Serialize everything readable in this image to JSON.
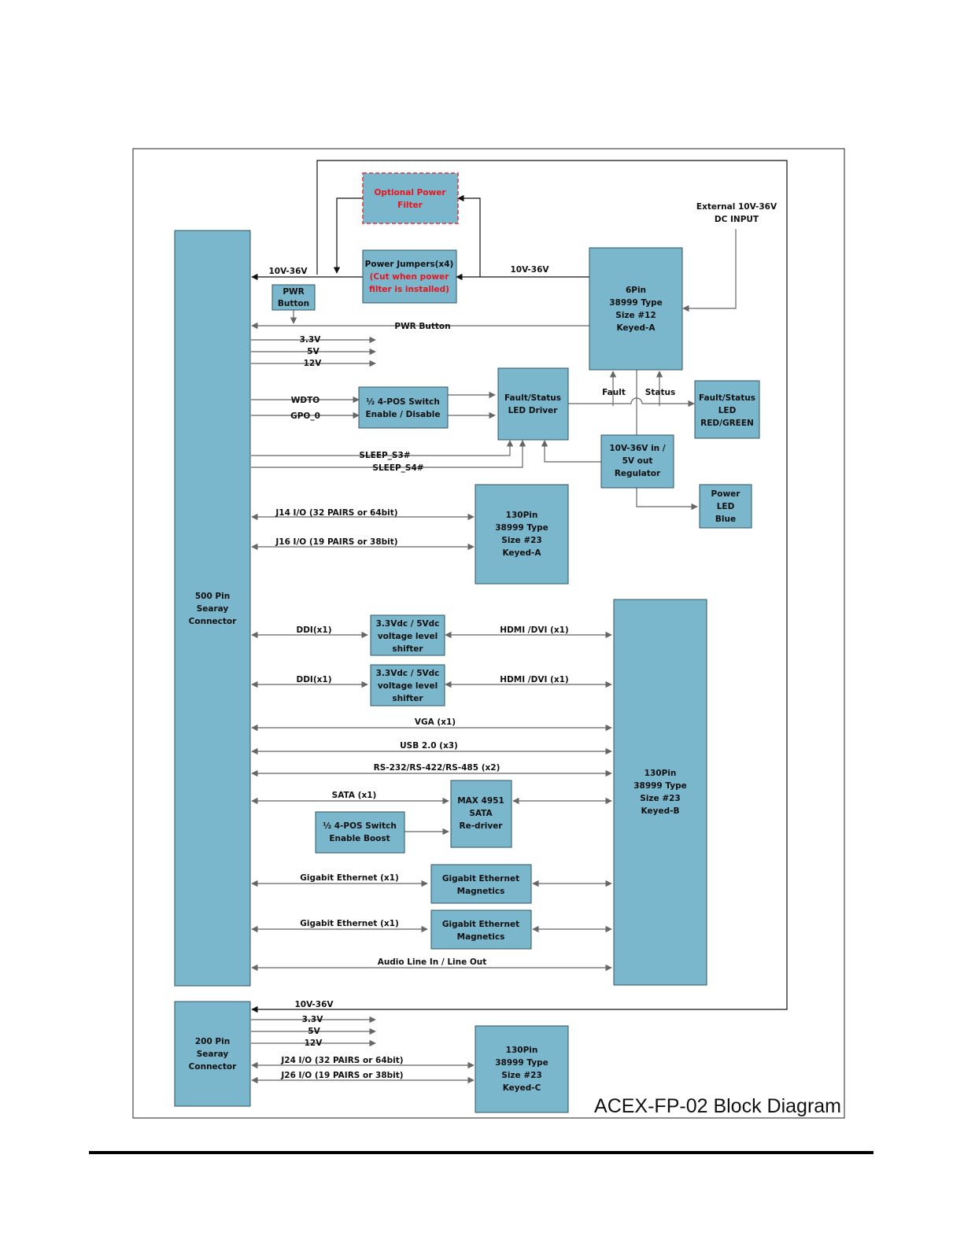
{
  "title": "ACEX-FP-02 Block Diagram",
  "blocks": {
    "optional_filter": [
      "Optional Power",
      "Filter"
    ],
    "power_jumpers": [
      "Power Jumpers(x4)"
    ],
    "power_jumpers_note": [
      "(Cut when power",
      "filter is installed)"
    ],
    "external_input": [
      "External 10V-36V",
      "DC INPUT"
    ],
    "conn6": [
      "6Pin",
      "38999 Type",
      "Size #12",
      "Keyed-A"
    ],
    "pwr_button": [
      "PWR",
      "Button"
    ],
    "switch1": [
      "½ 4-POS Switch",
      "Enable / Disable"
    ],
    "fault_driver": [
      "Fault/Status",
      "LED Driver"
    ],
    "fault_led": [
      "Fault/Status",
      "LED",
      "RED/GREEN"
    ],
    "regulator": [
      "10V-36V in /",
      "5V out",
      "Regulator"
    ],
    "power_led": [
      "Power",
      "LED",
      "Blue"
    ],
    "conn130a": [
      "130Pin",
      "38999 Type",
      "Size #23",
      "Keyed-A"
    ],
    "conn500": [
      "500 Pin",
      "Searay",
      "Connector"
    ],
    "shifter": [
      "3.3Vdc / 5Vdc",
      "voltage level",
      "shifter"
    ],
    "conn130b": [
      "130Pin",
      "38999 Type",
      "Size #23",
      "Keyed-B"
    ],
    "sata_redriver": [
      "MAX 4951",
      "SATA",
      "Re-driver"
    ],
    "switch2": [
      "½ 4-POS Switch",
      "Enable Boost"
    ],
    "gbe_mag": [
      "Gigabit Ethernet",
      "Magnetics"
    ],
    "conn200": [
      "200 Pin",
      "Searay",
      "Connector"
    ],
    "conn130c": [
      "130Pin",
      "38999 Type",
      "Size #23",
      "Keyed-C"
    ]
  },
  "signals": {
    "v10_36": "10V-36V",
    "pwr_button": "PWR Button",
    "v3_3": "3.3V",
    "v5": "5V",
    "v12": "12V",
    "wdto": "WDTO",
    "gpo0": "GPO_0",
    "fault": "Fault",
    "status": "Status",
    "sleep_s3": "SLEEP_S3#",
    "sleep_s4": "SLEEP_S4#",
    "j14": "J14 I/O (32 PAIRS or 64bit)",
    "j16": "J16 I/O (19 PAIRS or 38bit)",
    "ddi": "DDI(x1)",
    "hdmi": "HDMI /DVI (x1)",
    "vga": "VGA (x1)",
    "usb": "USB 2.0 (x3)",
    "rs232": "RS-232/RS-422/RS-485 (x2)",
    "sata": "SATA (x1)",
    "gbe": "Gigabit Ethernet (x1)",
    "audio": "Audio Line In / Line Out",
    "j24": "J24 I/O (32 PAIRS or 64bit)",
    "j26": "J26 I/O (19 PAIRS or 38bit)"
  },
  "colors": {
    "box_fill": "#7ab6cc",
    "box_stroke": "#2d5665",
    "note_red": "#e8141e",
    "filter_border": "#d23a3a"
  }
}
